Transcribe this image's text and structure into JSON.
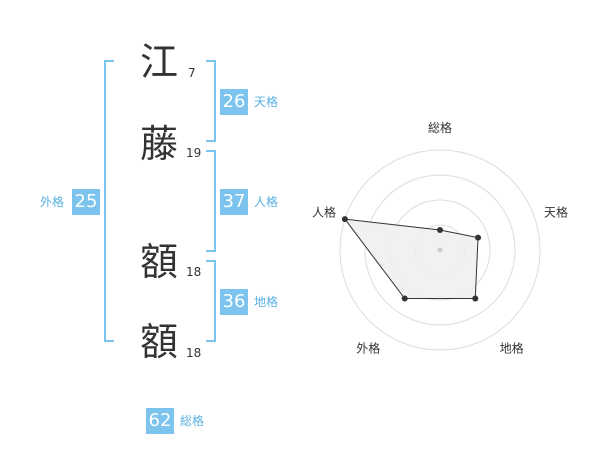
{
  "name": {
    "characters": [
      {
        "char": "江",
        "strokes": "7"
      },
      {
        "char": "藤",
        "strokes": "19"
      },
      {
        "char": "額",
        "strokes": "18"
      },
      {
        "char": "額",
        "strokes": "18"
      }
    ]
  },
  "fortune": {
    "tenkaku": {
      "value": "26",
      "label": "天格"
    },
    "jinkaku": {
      "value": "37",
      "label": "人格"
    },
    "chikaku": {
      "value": "36",
      "label": "地格"
    },
    "gaikaku": {
      "value": "25",
      "label": "外格"
    },
    "soukaku": {
      "value": "62",
      "label": "総格"
    }
  },
  "chart_data": {
    "type": "radar",
    "axes": [
      "総格",
      "天格",
      "地格",
      "外格",
      "人格"
    ],
    "values": [
      1,
      2,
      3,
      3,
      5
    ],
    "max": 5,
    "rings": 4,
    "colors": {
      "fill": "#eeeeee",
      "stroke": "#333333",
      "grid": "#dddddd"
    }
  }
}
